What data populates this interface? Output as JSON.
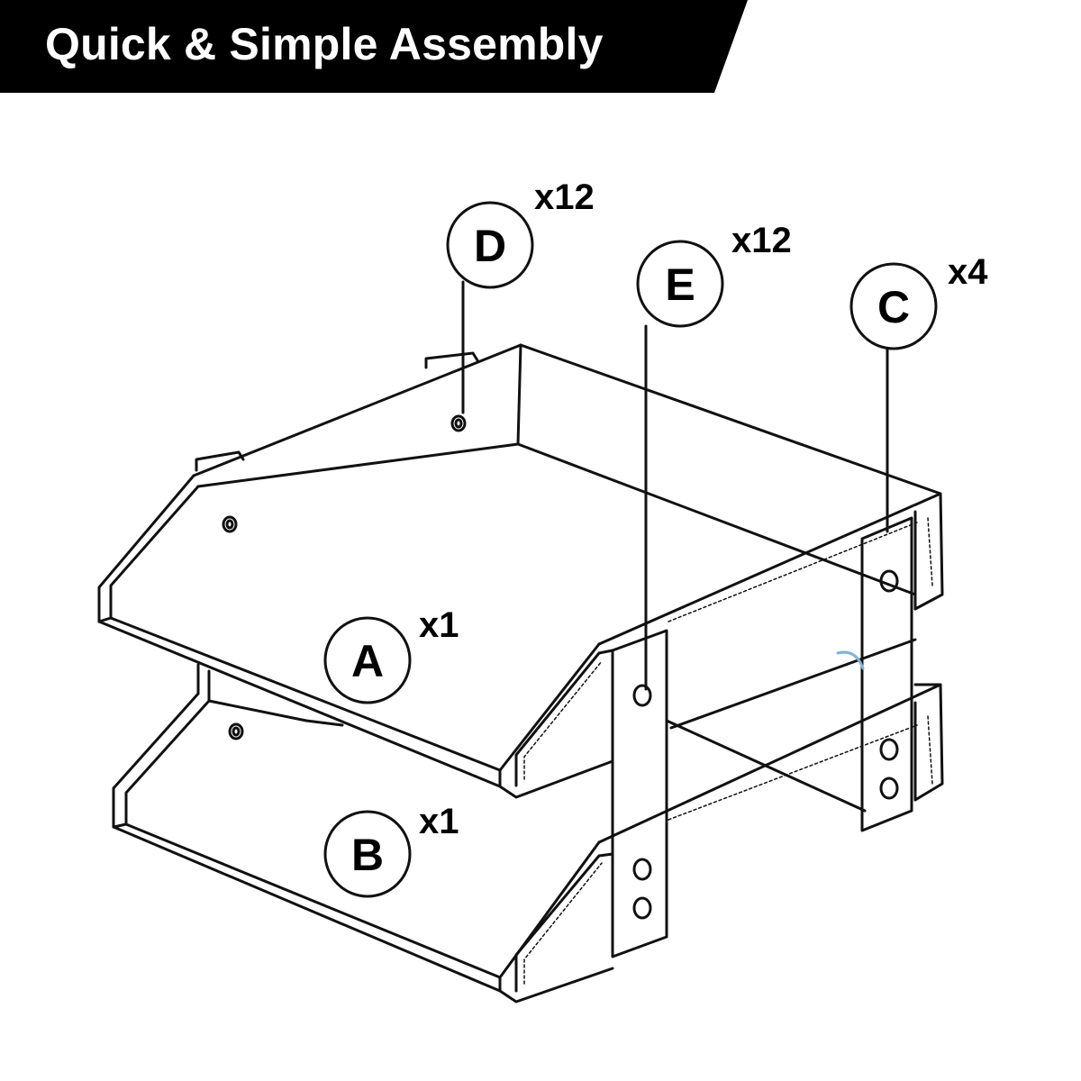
{
  "banner": {
    "title": "Quick & Simple Assembly",
    "background": "#000000",
    "text_color": "#ffffff"
  },
  "parts": [
    {
      "letter": "D",
      "quantity": "x12"
    },
    {
      "letter": "E",
      "quantity": "x12"
    },
    {
      "letter": "C",
      "quantity": "x4"
    },
    {
      "letter": "A",
      "quantity": "x1"
    },
    {
      "letter": "B",
      "quantity": "x1"
    }
  ],
  "colors": {
    "line": "#111111",
    "accent_line": "#7fb3d5"
  }
}
